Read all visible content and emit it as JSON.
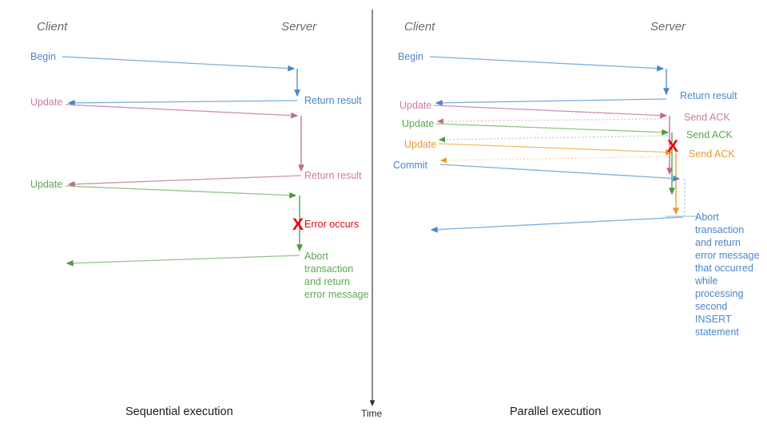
{
  "figure": {
    "title_left": "Sequential execution",
    "title_right": "Parallel execution",
    "time_axis_label": "Time"
  },
  "colors": {
    "blue": "#4a86c8",
    "pink": "#cc7aa4",
    "green": "#5aa84f",
    "orange": "#e8982f",
    "red": "#e8000b",
    "header_gray": "#6b6b6b",
    "axis_black": "#2b2b2b",
    "background": "#ffffff"
  },
  "left_panel": {
    "header_client": "Client",
    "header_server": "Server",
    "caption": "Sequential execution",
    "messages": [
      {
        "label": "Begin",
        "color": "blue",
        "kind": "request"
      },
      {
        "label": "Return result",
        "color": "blue",
        "kind": "response"
      },
      {
        "label": "Update",
        "color": "pink",
        "kind": "request"
      },
      {
        "label": "Return result",
        "color": "pink",
        "kind": "response"
      },
      {
        "label": "Update",
        "color": "green",
        "kind": "request"
      },
      {
        "label": "Error occurs",
        "color": "red",
        "kind": "error"
      },
      {
        "label": "Abort transaction and return error message",
        "color": "green",
        "kind": "response"
      }
    ],
    "client_labels": [
      "Begin",
      "Update",
      "Update"
    ],
    "server_labels": [
      "Return result",
      "Return result",
      "Error occurs"
    ],
    "abort_text_lines": [
      "Abort",
      "transaction",
      "and return",
      "error message"
    ],
    "error_marker": "X"
  },
  "right_panel": {
    "header_client": "Client",
    "header_server": "Server",
    "caption": "Parallel execution",
    "client_labels": [
      "Begin",
      "Update",
      "Update",
      "Update",
      "Commit"
    ],
    "server_labels": [
      "Return result",
      "Send ACK",
      "Send ACK",
      "Send ACK"
    ],
    "abort_text_lines": [
      "Abort",
      "transaction",
      "and return",
      "error message",
      "that occurred",
      "while",
      "processing",
      "second",
      "INSERT",
      "statement"
    ],
    "error_marker": "X"
  }
}
